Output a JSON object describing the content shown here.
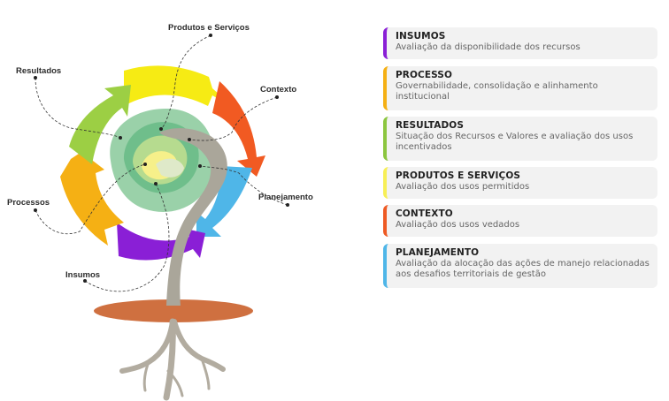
{
  "diagram": {
    "labels": {
      "produtos": "Produtos e Serviços",
      "resultados": "Resultados",
      "contexto": "Contexto",
      "processos": "Processos",
      "planejamento": "Planejamento",
      "insumos": "Insumos"
    }
  },
  "cards": [
    {
      "title": "INSUMOS",
      "desc": "Avaliação da disponibilidade dos recursos",
      "color": "#8a1fd6"
    },
    {
      "title": "PROCESSO",
      "desc": "Governabilidade, consolidação e alinhamento institucional",
      "color": "#f5b014"
    },
    {
      "title": "RESULTADOS",
      "desc": "Situação dos Recursos e Valores e avaliação dos usos incentivados",
      "color": "#8cc63f"
    },
    {
      "title": "PRODUTOS E SERVIÇOS",
      "desc": "Avaliação dos usos permitidos",
      "color": "#f7ef56"
    },
    {
      "title": "CONTEXTO",
      "desc": "Avaliação dos usos vedados",
      "color": "#ee5a24"
    },
    {
      "title": "PLANEJAMENTO",
      "desc": "Avaliação da alocação das ações de manejo relacionadas aos desafios territoriais de gestão",
      "color": "#4fb6e8"
    }
  ]
}
